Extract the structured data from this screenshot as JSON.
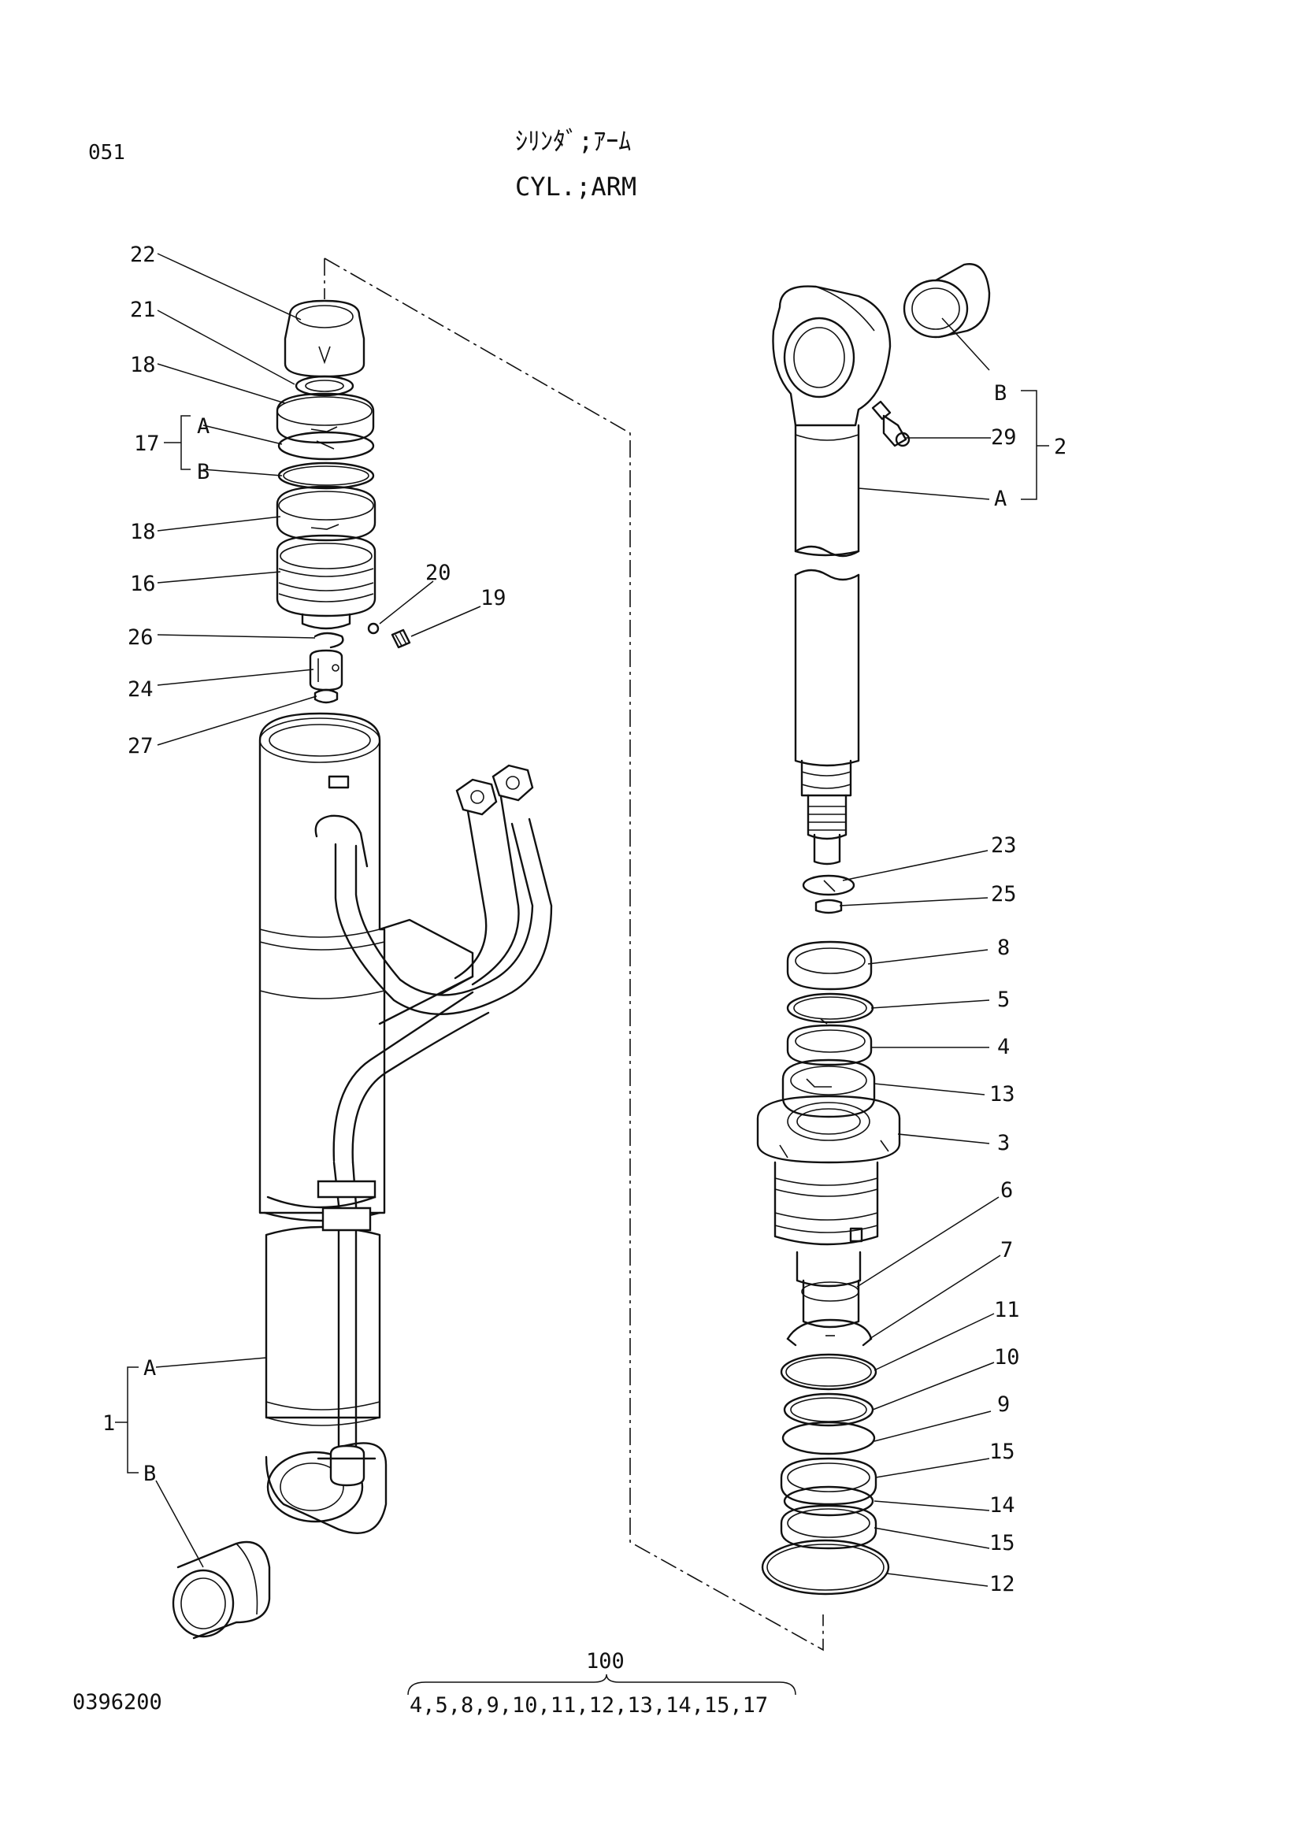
{
  "header": {
    "page_number": "051",
    "title_jp": "ｼﾘﾝﾀﾞ;ｱｰﾑ",
    "title_en": "CYL.;ARM",
    "figure_code": "0396200"
  },
  "callouts": {
    "c22": "22",
    "c21": "21",
    "c18a": "18",
    "c17": "17",
    "c17a": "A",
    "c17b": "B",
    "c18b": "18",
    "c16": "16",
    "c20": "20",
    "c19": "19",
    "c26": "26",
    "c24": "24",
    "c27": "27",
    "c1": "1",
    "c1a": "A",
    "c1b": "B",
    "c2": "2",
    "c2b": "B",
    "c2a": "A",
    "c29": "29",
    "c23": "23",
    "c25": "25",
    "c8": "8",
    "c5": "5",
    "c4": "4",
    "c13": "13",
    "c3": "3",
    "c6": "6",
    "c7": "7",
    "c11": "11",
    "c10": "10",
    "c9": "9",
    "c15a": "15",
    "c14": "14",
    "c15b": "15",
    "c12": "12"
  },
  "kit": {
    "number": "100",
    "contents": "4,5,8,9,10,11,12,13,14,15,17"
  }
}
